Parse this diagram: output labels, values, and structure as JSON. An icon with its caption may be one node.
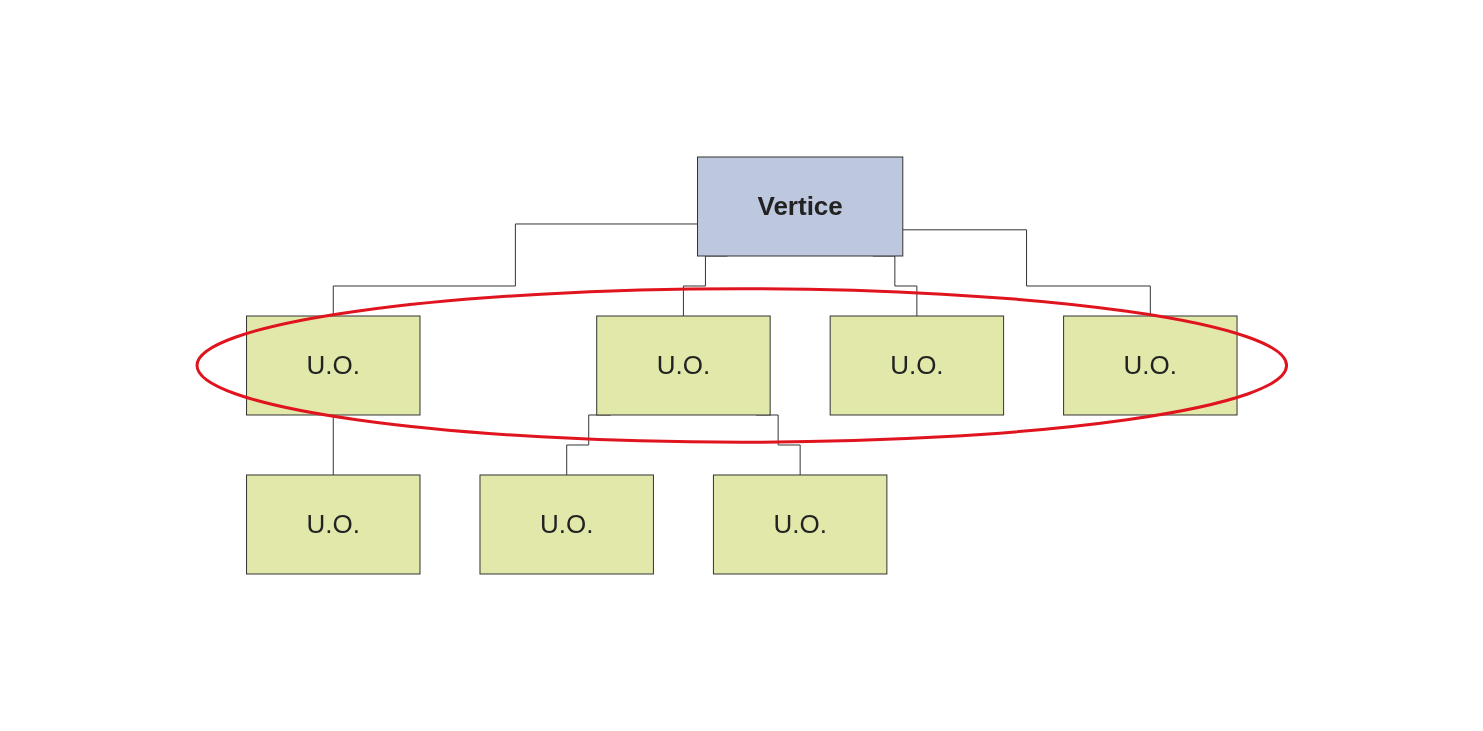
{
  "diagram": {
    "nodes": [
      {
        "text": [
          "Vertice"
        ]
      },
      {
        "text": [
          "U.O."
        ]
      },
      {
        "text": [
          "U.O."
        ]
      },
      {
        "text": [
          "U.O."
        ]
      },
      {
        "text": [
          "U.O."
        ]
      },
      {
        "text": [
          "U.O."
        ]
      },
      {
        "text": [
          "U.O."
        ]
      },
      {
        "text": [
          "U.O."
        ]
      }
    ],
    "edges": [
      {
        "from": 0,
        "to": 1,
        "arrow": "none"
      },
      {
        "from": 0,
        "to": 2,
        "arrow": "none"
      },
      {
        "from": 0,
        "to": 3,
        "arrow": "none"
      },
      {
        "from": 0,
        "to": 4,
        "arrow": "none"
      },
      {
        "from": 1,
        "to": 5,
        "arrow": "none"
      },
      {
        "from": 2,
        "to": 6,
        "arrow": "none"
      },
      {
        "from": 2,
        "to": 7,
        "arrow": "none"
      }
    ]
  }
}
